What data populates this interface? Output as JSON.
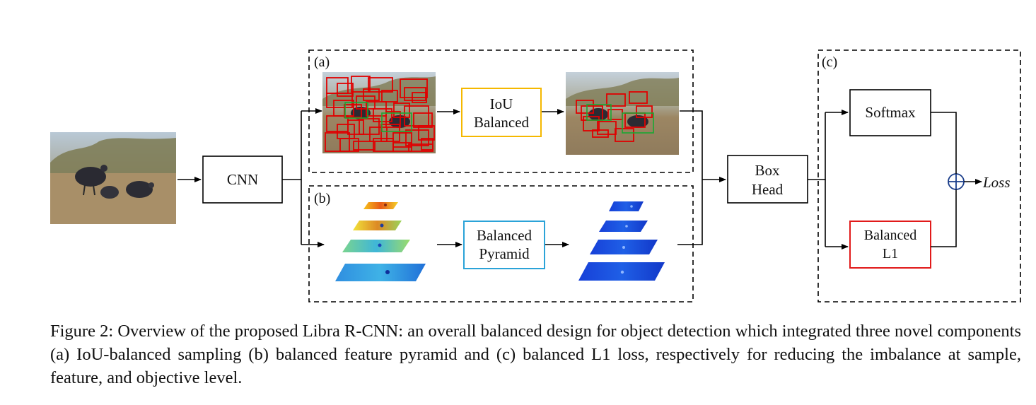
{
  "panels": {
    "a": {
      "label": "(a)"
    },
    "b": {
      "label": "(b)"
    },
    "c": {
      "label": "(c)"
    }
  },
  "boxes": {
    "cnn": "CNN",
    "iou_line1": "IoU",
    "iou_line2": "Balanced",
    "pyr_line1": "Balanced",
    "pyr_line2": "Pyramid",
    "head_line1": "Box",
    "head_line2": "Head",
    "softmax": "Softmax",
    "bl1_line1": "Balanced",
    "bl1_line2": "L1"
  },
  "loss_label": "Loss",
  "colors": {
    "iou_border": "#f5b800",
    "pyramid_border": "#2ba3d8",
    "balanced_l1_border": "#e11a1a",
    "proposal_box": "#e00000",
    "gt_box": "#19a832",
    "sum_circle": "#1a3d8a"
  },
  "icons": [
    "input-photo",
    "sampled-proposals-photo",
    "balanced-proposals-photo",
    "feature-pyramid-heatmap",
    "balanced-pyramid-heatmap",
    "circle-plus-icon"
  ],
  "caption": "Figure 2: Overview of the proposed Libra R-CNN: an overall balanced design for object detection which integrated three novel components (a) IoU-balanced sampling (b) balanced feature pyramid and (c) balanced L1 loss, respectively for reducing the imbalance at sample, feature, and objective level."
}
